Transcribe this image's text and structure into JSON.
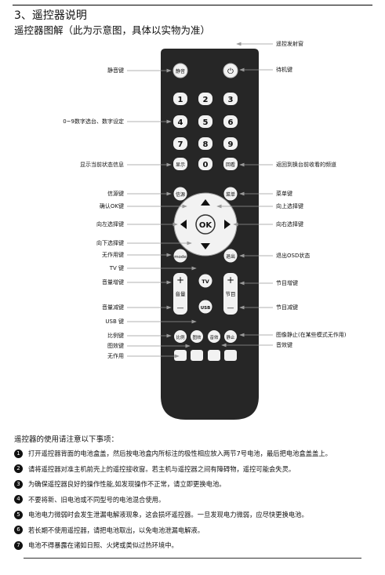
{
  "header": {
    "title": "3、遥控器说明",
    "subtitle": "遥控器图解（此为示意图，具体以实物为准）"
  },
  "remote": {
    "buttons": {
      "mute": "静音",
      "power": "⏻",
      "digits": [
        "1",
        "2",
        "3",
        "4",
        "5",
        "6",
        "7",
        "8",
        "9",
        "0"
      ],
      "display": "显示",
      "recall": "回看",
      "source": "信源",
      "menu": "菜单",
      "ok": "OK",
      "mode": "mode",
      "exit": "退出",
      "tv": "TV",
      "usb": "USB",
      "vol_plus": "+",
      "vol_label": "音量",
      "vol_minus": "—",
      "prog_plus": "+",
      "prog_label": "节目",
      "prog_minus": "—",
      "ratio": "比例",
      "picture": "图效",
      "sound": "音效",
      "freeze": "静止"
    }
  },
  "labels": {
    "left": {
      "mute": "静音键",
      "digits": "0~9数字选台、数字设定",
      "display": "显示当前状态信息",
      "source": "信源键",
      "ok": "确认OK键",
      "left": "向左选择键",
      "down": "向下选择键",
      "nofunc1": "无作用键",
      "tv": "TV 键",
      "vol_up": "音量增键",
      "vol_down": "音量减键",
      "usb": "USB 键",
      "ratio": "比例键",
      "picture": "图效键",
      "nofunc2": "无作用"
    },
    "right": {
      "ir": "遥控发射窗",
      "power": "待机键",
      "recall": "返回到换台前收看的频道",
      "menu": "菜单键",
      "up": "向上选择键",
      "right": "向右选择键",
      "exit": "退出OSD状态",
      "prog_up": "节目增键",
      "prog_down": "节目减键",
      "freeze": "图像静止(在某些模式无作用)",
      "sound": "音效键"
    }
  },
  "notes": {
    "title": "遥控器的使用请注意以下事项：",
    "items": [
      {
        "n": "1",
        "text": "打开遥控器背面的电池盒盖，然后按电池盒内所标注的极性相应放入两节7号电池，最后把电池盒盖盖上。"
      },
      {
        "n": "2",
        "text": "请将遥控器对准主机前壳上的遥控接收窗。若主机与遥控器之间有障碍物，遥控可能会失灵。"
      },
      {
        "n": "3",
        "text": "为确保遥控器良好的操作性能,如发现操作不正常，请立即更换电池。"
      },
      {
        "n": "4",
        "text": "不要将新、旧电池或不同型号的电池混合使用。"
      },
      {
        "n": "5",
        "text": "电池电力微弱时会发生泄漏电解液现象，这会损坏遥控器。一旦发现电力微弱，应尽快更换电池。"
      },
      {
        "n": "6",
        "text": "若长期不使用遥控器，请把电池取出，以免电池泄漏电解液。"
      },
      {
        "n": "7",
        "text": "电池不得暴露在诸如日照、火烤或类似过热环境中。"
      }
    ]
  }
}
